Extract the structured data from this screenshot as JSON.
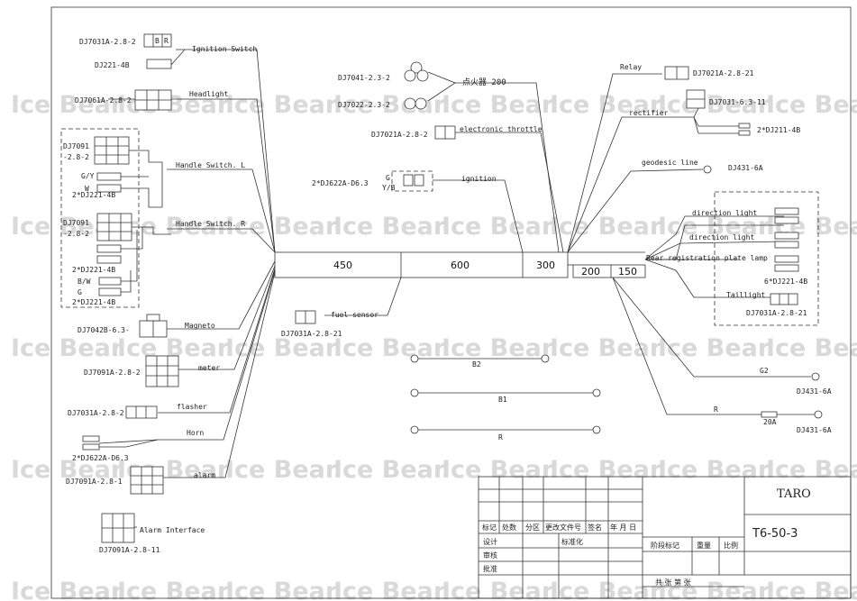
{
  "watermark": "Ice Bear",
  "segments": [
    "450",
    "600",
    "300",
    "200",
    "150"
  ],
  "left_components": {
    "ignition_switch_part": "DJ7031A-2.8-2",
    "ignition_switch_pins": [
      "B",
      "R"
    ],
    "ignition_switch_part2": "DJ221-4B",
    "ignition_switch_label": "Ignition Switch",
    "headlight_part": "DJ7061A-2.8-2",
    "headlight_label": "Headlight",
    "hsl_part_a": "DJ7091",
    "hsl_part_b": "-2.8-2",
    "hsl_part_c": "2*DJ221-4B",
    "hsl_label": "Handle Switch. L",
    "hsr_part_a": "DJ7091",
    "hsr_part_b": "-2.8-2",
    "hsr_part_c": "2*DJ221-4B",
    "hsr_part_d": "2*DJ221-4B",
    "hsr_label": "Handle Switch. R",
    "magneto_part": "DJ7042B-6.3-",
    "magneto_label": "Magneto",
    "meter_part": "DJ7091A-2.8-2",
    "meter_label": "meter",
    "flasher_part": "DJ7031A-2.8-2",
    "flasher_label": "flasher",
    "horn_part": "2*DJ622A-D6.3",
    "horn_label": "Horn",
    "alarm_part": "DJ7091A-2.8-1",
    "alarm_label": "alarm",
    "alarm_if_part": "DJ7091A-2.8-11",
    "alarm_if_label": "Alarm Interface",
    "wire_colors": [
      "G/Y",
      "W",
      "B/W",
      "G"
    ]
  },
  "center_components": {
    "ignitor_part_a": "DJ7041-2.3-2",
    "ignitor_part_b": "DJ7022-2.3-2",
    "ignitor_label": "点火器 200",
    "throttle_part": "DJ7021A-2.8-2",
    "throttle_label": "electronic throttle",
    "ignition_part": "2*DJ622A-D6.3",
    "ignition_label": "ignition",
    "ignition_pins": [
      "G",
      "Y/B"
    ],
    "fuel_part": "DJ7031A-2.8-21",
    "fuel_label": "fuel sensor",
    "b2": "B2",
    "b1": "B1",
    "r": "R"
  },
  "right_components": {
    "relay_label": "Relay",
    "relay_part": "DJ7021A-2.8-21",
    "rectifier_label": "rectifier",
    "rectifier_part": "DJ7031-6.3-11",
    "rect_out_part": "2*DJ211-4B",
    "geodesic_label": "geodesic line",
    "geodesic_part": "DJ431-6A",
    "dir1_label": "direction light",
    "dir2_label": "direction light",
    "rear_label": "Rear registration plate lamp",
    "taillight_label": "Taillight",
    "rear_part": "6*DJ221-4B",
    "tail_part": "DJ7031A-2.8-21",
    "g2_label": "G2",
    "g2_part": "DJ431-6A",
    "r_label": "R",
    "fuse_label": "20A",
    "r_part": "DJ431-6A"
  },
  "title_block": {
    "header_cells": [
      "标记",
      "处数",
      "分区",
      "更改文件号",
      "签名",
      "年 月 日"
    ],
    "row_design": "设计",
    "row_standard": "标准化",
    "row_review": "审核",
    "row_approve": "批准",
    "stage_mark": "阶段标记",
    "weight": "重量",
    "scale": "比例",
    "sheets": "共  张   第  张",
    "company": "TARO",
    "drawing_no": "T6-50-3"
  }
}
